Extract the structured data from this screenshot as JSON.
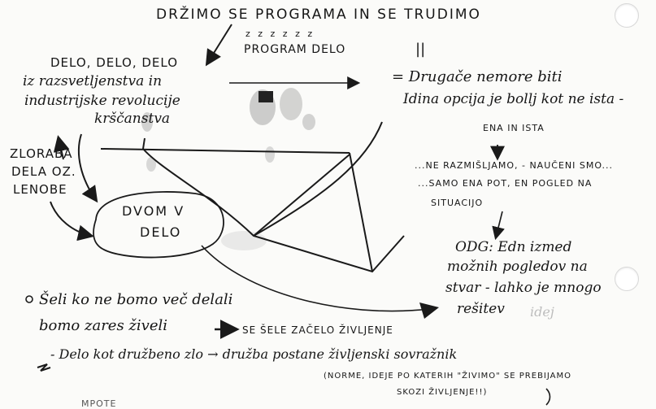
{
  "title": "DRŽIMO SE PROGRAMA IN SE TRUDIMO",
  "program_label": "PROGRAM DELO",
  "program_z": "z z z z z z",
  "equals_mark": "||",
  "left_heading": "DELO, DELO, DELO",
  "left_sub": [
    "iz razsvetljenstva in",
    "industrijske revolucije",
    "krščanstva"
  ],
  "zloraba": [
    "ZLORABA",
    "DELA OZ.",
    "LENOBE"
  ],
  "bubble": [
    "DVOM V",
    "DELO"
  ],
  "right_a": [
    "= Drugače nemore biti",
    "Idina opcija je bollj kot ne ista -",
    "ENA IN ISTA"
  ],
  "right_b": [
    "...NE RAZMIŠLJAMO, - NAUČENI SMO...",
    "...SAMO ENA POT, EN POGLED NA",
    "SITUACIJO"
  ],
  "odg": [
    "ODG: Edn izmed",
    "možnih pogledov na",
    "stvar - lahko je mnogo",
    "rešitev"
  ],
  "odg_faint": "idej",
  "bullet1": [
    "Šeli ko ne bomo več delali",
    "bomo zares živeli"
  ],
  "bullet1_tail": "SE ŠELE ZAČELO ŽIVLJENJE",
  "bullet2": "- Delo kot družbeno zlo → družba postane življenski sovražnik",
  "bullet2_note": [
    "(NORME, IDEJE PO KATERIH \"ŽIVIMO\" SE PREBIJAMO",
    "SKOZI ŽIVLJENJE!!)"
  ],
  "bottom_scrap": "MPOTE"
}
